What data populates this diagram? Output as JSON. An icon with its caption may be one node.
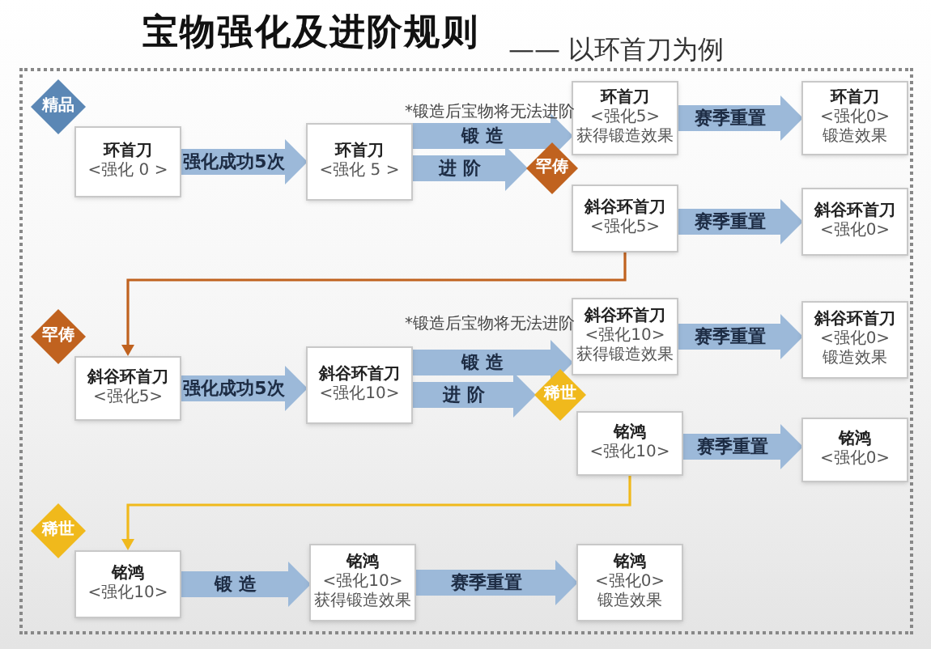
{
  "diagram": {
    "title": "宝物强化及进阶规则",
    "nodes": [
      {
        "text": [
          "环首刀",
          "<强化 0 >"
        ]
      },
      {
        "text": [
          "精品"
        ]
      },
      {
        "text": [
          "环首刀",
          "<强化 5 >"
        ]
      },
      {
        "text": [
          "环首刀",
          "<强化5>",
          "获得锻造效果"
        ]
      },
      {
        "text": [
          "环首刀",
          "<强化0>",
          "锻造效果"
        ]
      },
      {
        "text": [
          "罕俦"
        ]
      },
      {
        "text": [
          "斜谷环首刀",
          "<强化5>"
        ]
      },
      {
        "text": [
          "斜谷环首刀",
          "<强化0>"
        ]
      },
      {
        "text": [
          "罕俦"
        ]
      },
      {
        "text": [
          "斜谷环首刀",
          "<强化5>"
        ]
      },
      {
        "text": [
          "斜谷环首刀",
          "<强化10>"
        ]
      },
      {
        "text": [
          "斜谷环首刀",
          "<强化10>",
          "获得锻造效果"
        ]
      },
      {
        "text": [
          "斜谷环首刀",
          "<强化0>",
          "锻造效果"
        ]
      },
      {
        "text": [
          "稀世"
        ]
      },
      {
        "text": [
          "铭鸿",
          "<强化10>"
        ]
      },
      {
        "text": [
          "铭鸿",
          "<强化0>"
        ]
      },
      {
        "text": [
          "稀世"
        ]
      },
      {
        "text": [
          "铭鸿",
          "<强化10>"
        ]
      },
      {
        "text": [
          "铭鸿",
          "<强化10>",
          "获得锻造效果"
        ]
      },
      {
        "text": [
          "铭鸿",
          "<强化0>",
          "锻造效果"
        ]
      }
    ],
    "edges": [
      {
        "from": 0,
        "to": 2,
        "arrow": "to",
        "label": "强化成功5次"
      },
      {
        "from": 2,
        "to": 3,
        "arrow": "to",
        "label": "锻 造"
      },
      {
        "from": 2,
        "to": 5,
        "arrow": "to",
        "label": "进 阶"
      },
      {
        "from": 3,
        "to": 4,
        "arrow": "to",
        "label": "赛季重置"
      },
      {
        "from": 6,
        "to": 7,
        "arrow": "to",
        "label": "赛季重置"
      },
      {
        "from": 6,
        "to": 9,
        "arrow": "to",
        "color": "#c0621f"
      },
      {
        "from": 9,
        "to": 10,
        "arrow": "to",
        "label": "强化成功5次"
      },
      {
        "from": 10,
        "to": 11,
        "arrow": "to",
        "label": "锻 造"
      },
      {
        "from": 10,
        "to": 13,
        "arrow": "to",
        "label": "进 阶"
      },
      {
        "from": 11,
        "to": 12,
        "arrow": "to",
        "label": "赛季重置"
      },
      {
        "from": 14,
        "to": 15,
        "arrow": "to",
        "label": "赛季重置"
      },
      {
        "from": 14,
        "to": 17,
        "arrow": "to",
        "color": "#f0b91c"
      },
      {
        "from": 17,
        "to": 18,
        "arrow": "to",
        "label": "锻 造"
      },
      {
        "from": 18,
        "to": 19,
        "arrow": "to",
        "label": "赛季重置"
      }
    ],
    "labels": [
      "—— 以环首刀为例",
      "*锻造后宝物将无法进阶",
      "*锻造后宝物将无法进阶"
    ]
  }
}
